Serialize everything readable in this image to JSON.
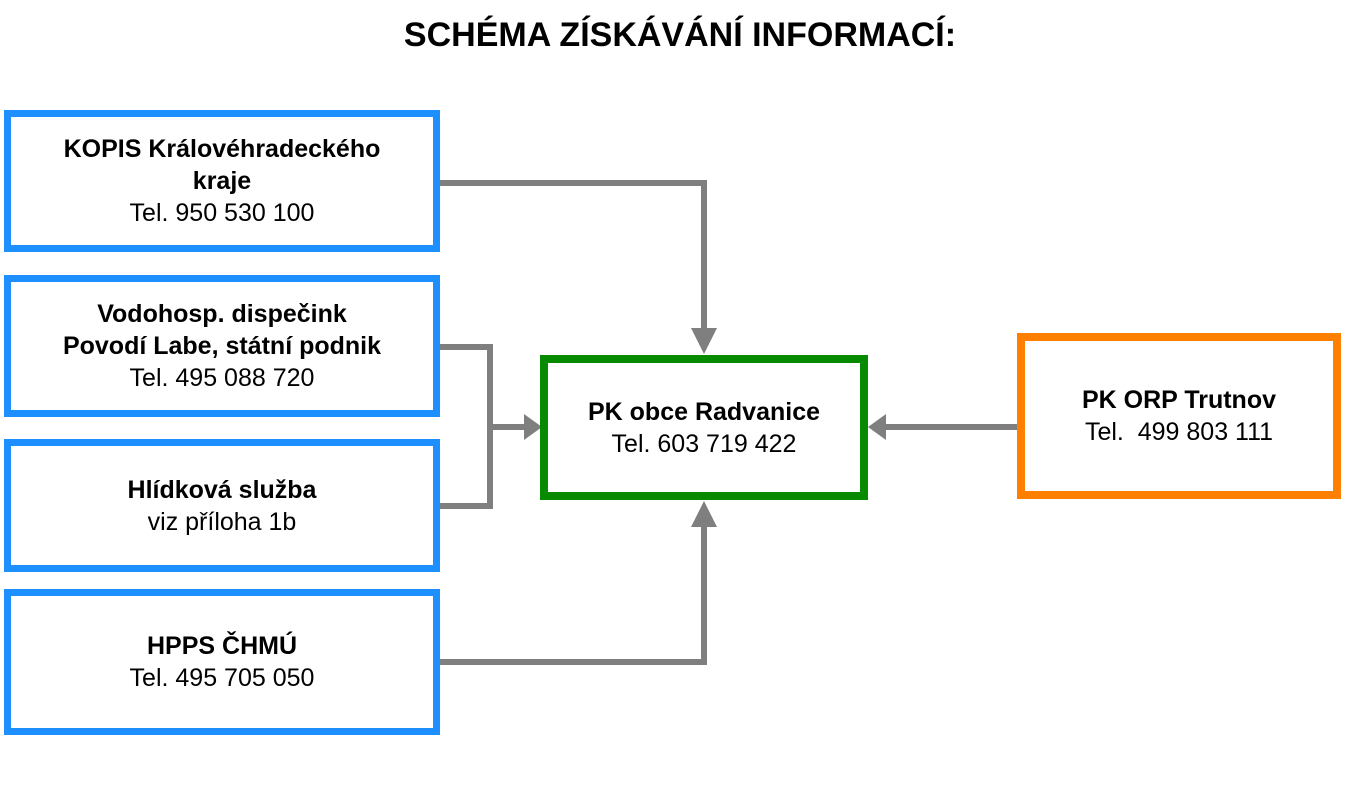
{
  "title": "SCHÉMA ZÍSKÁVÁNÍ INFORMACÍ:",
  "colors": {
    "blue": "#1E8FFF",
    "green": "#088A00",
    "orange": "#FF8000",
    "gray": "#7F7F7F",
    "text": "#000000",
    "background": "#FFFFFF"
  },
  "sources": [
    {
      "bold_lines": [
        "KOPIS Královéhradeckého",
        "kraje"
      ],
      "detail": "Tel. 950 530 100"
    },
    {
      "bold_lines": [
        "Vodohosp. dispečink",
        "Povodí Labe, státní podnik"
      ],
      "detail": "Tel. 495 088 720"
    },
    {
      "bold_lines": [
        "Hlídková služba"
      ],
      "detail": "viz příloha 1b"
    },
    {
      "bold_lines": [
        "HPPS ČHMÚ"
      ],
      "detail": "Tel. 495 705 050"
    }
  ],
  "center_box": {
    "bold_lines": [
      "PK obce Radvanice"
    ],
    "detail": "Tel. 603 719 422"
  },
  "right_box": {
    "bold_lines": [
      "PK ORP Trutnov"
    ],
    "detail": "Tel.  499 803 111"
  }
}
